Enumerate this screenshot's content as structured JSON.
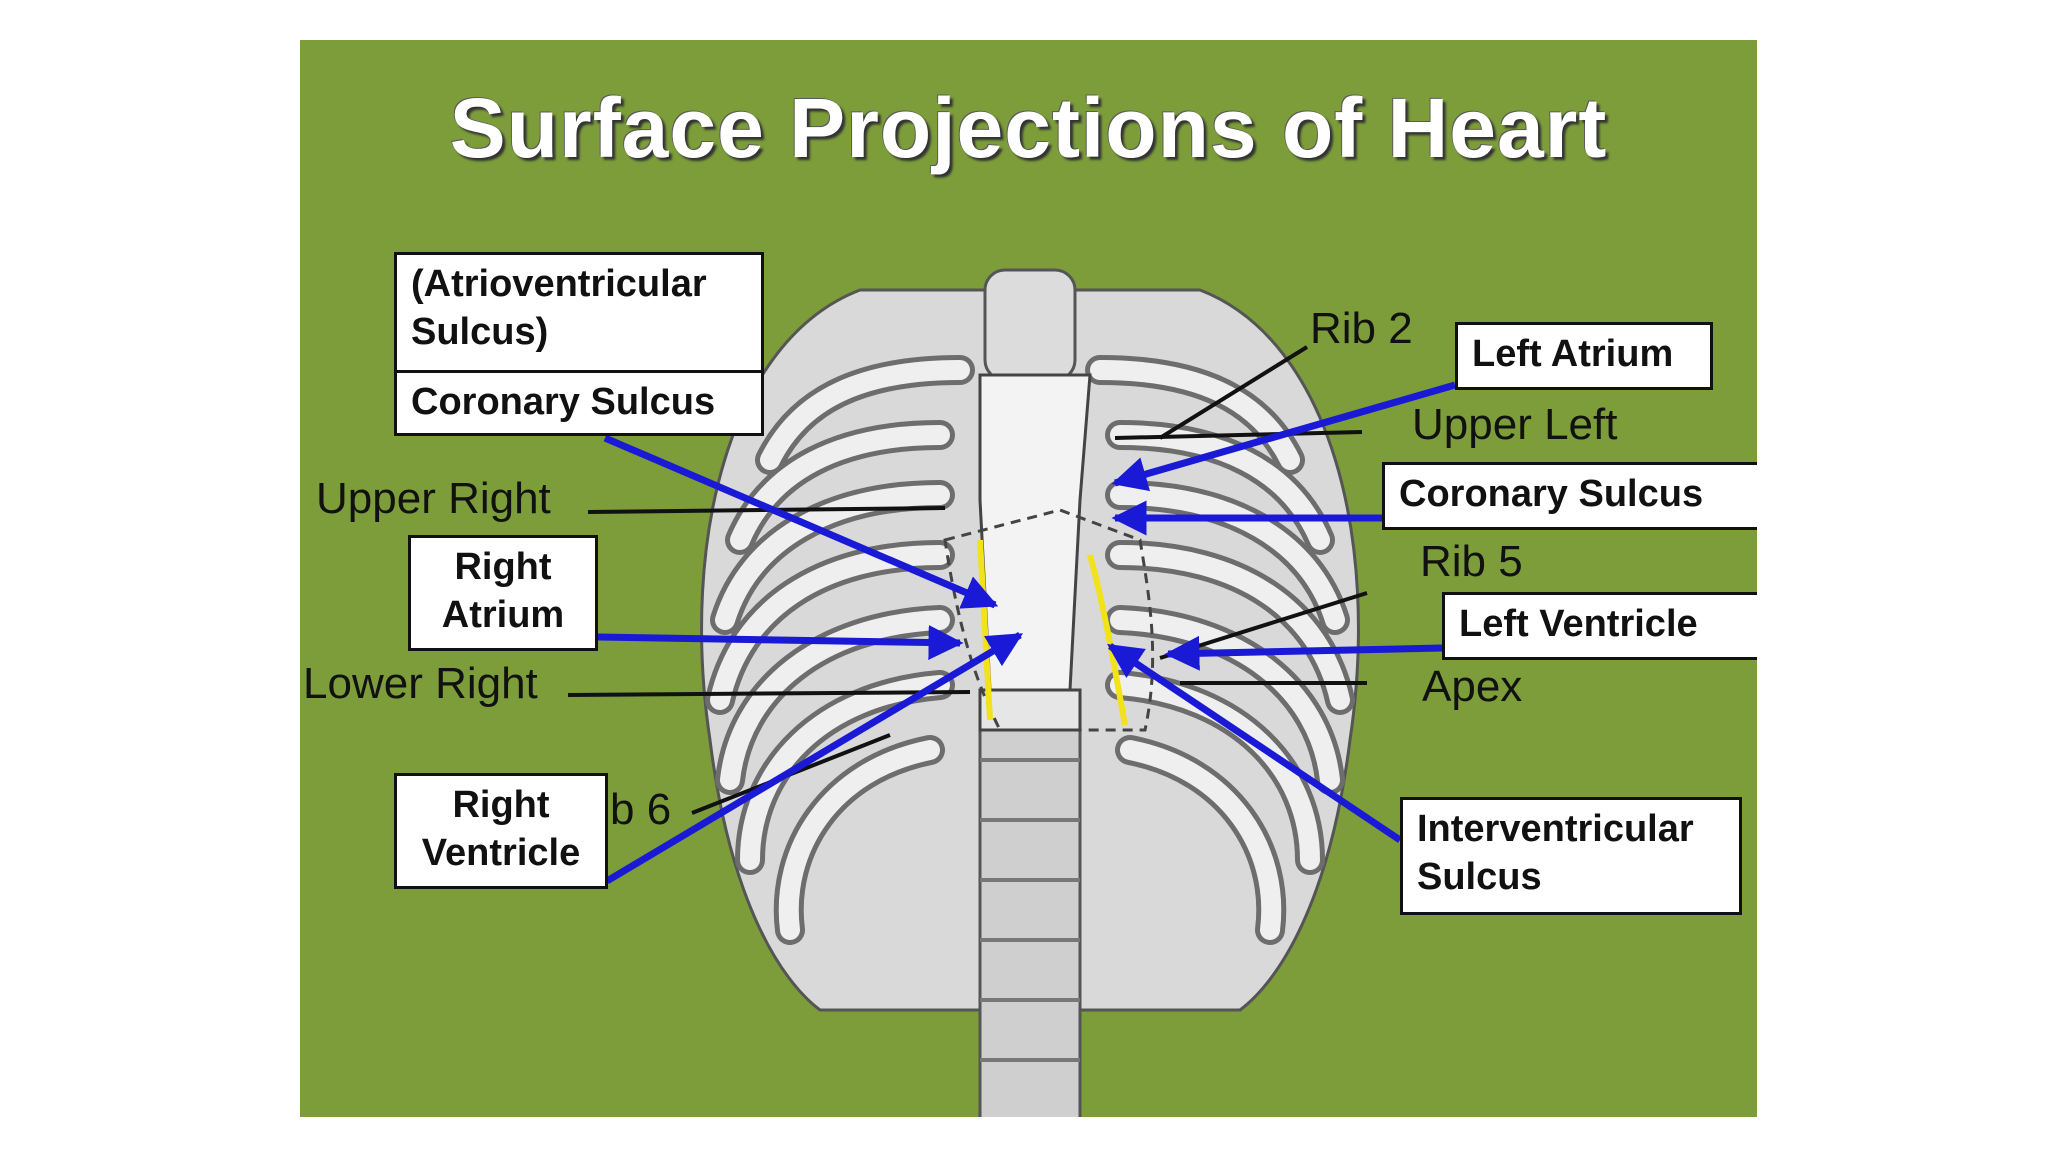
{
  "title": "Surface Projections of Heart",
  "colors": {
    "background": "#7c9d3a",
    "arrow": "#1a1ad6",
    "sulcus_line": "#f2e21a",
    "bone": "#e8e8e8",
    "leader": "#111111"
  },
  "boxes": {
    "atrioventricular": [
      "(Atrioventricular",
      "Sulcus)"
    ],
    "coronary_left": "Coronary Sulcus",
    "right_atrium": [
      "Right",
      "Atrium"
    ],
    "right_ventricle": [
      "Right",
      "Ventricle"
    ],
    "left_atrium": "Left Atrium",
    "coronary_right": "Coronary Sulcus",
    "left_ventricle": "Left Ventricle",
    "interventricular": [
      "Interventricular",
      "Sulcus"
    ]
  },
  "labels": {
    "upper_right": "Upper Right",
    "lower_right": "Lower Right",
    "rib6": "b 6",
    "rib2": "Rib 2",
    "upper_left": "Upper Left",
    "rib5": "Rib 5",
    "apex": "Apex"
  }
}
